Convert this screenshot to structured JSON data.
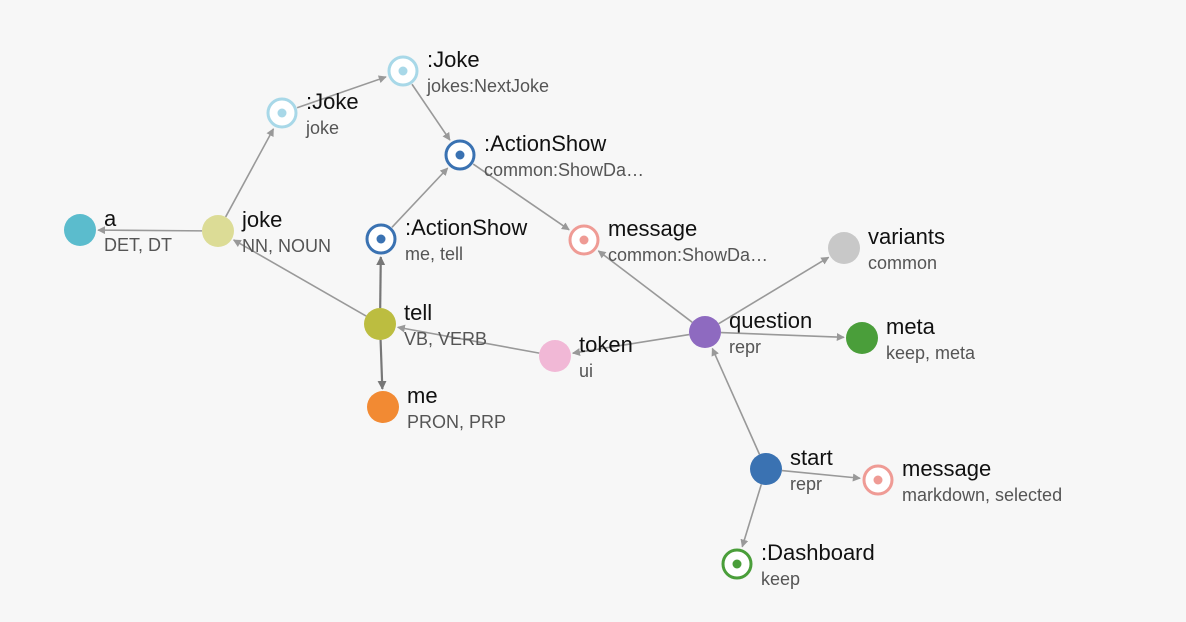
{
  "graph": {
    "nodes": [
      {
        "id": "a",
        "label": "a",
        "sub": "DET, DT",
        "style": "solid",
        "color": "#5bbccd"
      },
      {
        "id": "joke",
        "label": "joke",
        "sub": "NN, NOUN",
        "style": "solid",
        "color": "#dcdc96"
      },
      {
        "id": "joke_ref",
        "label": ":Joke",
        "sub": "joke",
        "style": "ring",
        "color": "#a8d8e8"
      },
      {
        "id": "next_joke",
        "label": ":Joke",
        "sub": "jokes:NextJoke",
        "style": "ring",
        "color": "#a8d8e8"
      },
      {
        "id": "action_show1",
        "label": ":ActionShow",
        "sub": "common:ShowDa…",
        "style": "ring",
        "color": "#3a72b2"
      },
      {
        "id": "action_show2",
        "label": ":ActionShow",
        "sub": "me, tell",
        "style": "ring",
        "color": "#3a72b2"
      },
      {
        "id": "message1",
        "label": "message",
        "sub": "common:ShowDa…",
        "style": "ring",
        "color": "#ef9b95"
      },
      {
        "id": "tell",
        "label": "tell",
        "sub": "VB, VERB",
        "style": "solid",
        "color": "#bcbd40"
      },
      {
        "id": "me",
        "label": "me",
        "sub": "PRON, PRP",
        "style": "solid",
        "color": "#f28a33"
      },
      {
        "id": "token",
        "label": "token",
        "sub": "ui",
        "style": "solid",
        "color": "#f1b8d6"
      },
      {
        "id": "question",
        "label": "question",
        "sub": "repr",
        "style": "solid",
        "color": "#8e6ac0"
      },
      {
        "id": "variants",
        "label": "variants",
        "sub": "common",
        "style": "solid",
        "color": "#c8c8c8"
      },
      {
        "id": "meta",
        "label": "meta",
        "sub": "keep, meta",
        "style": "solid",
        "color": "#4a9e3a"
      },
      {
        "id": "start",
        "label": "start",
        "sub": "repr",
        "style": "solid",
        "color": "#3a72b2"
      },
      {
        "id": "message2",
        "label": "message",
        "sub": "markdown, selected",
        "style": "ring",
        "color": "#ef9b95"
      },
      {
        "id": "dashboard",
        "label": ":Dashboard",
        "sub": "keep",
        "style": "ring",
        "color": "#4a9e3a"
      }
    ],
    "edges": [
      {
        "from": "joke",
        "to": "a"
      },
      {
        "from": "joke",
        "to": "joke_ref"
      },
      {
        "from": "joke_ref",
        "to": "next_joke"
      },
      {
        "from": "next_joke",
        "to": "action_show1"
      },
      {
        "from": "action_show2",
        "to": "action_show1"
      },
      {
        "from": "action_show1",
        "to": "message1"
      },
      {
        "from": "tell",
        "to": "joke"
      },
      {
        "from": "tell",
        "to": "action_show2",
        "strong": true
      },
      {
        "from": "tell",
        "to": "me",
        "strong": true
      },
      {
        "from": "token",
        "to": "tell"
      },
      {
        "from": "question",
        "to": "token"
      },
      {
        "from": "question",
        "to": "message1"
      },
      {
        "from": "question",
        "to": "variants"
      },
      {
        "from": "question",
        "to": "meta"
      },
      {
        "from": "start",
        "to": "question"
      },
      {
        "from": "start",
        "to": "message2"
      },
      {
        "from": "start",
        "to": "dashboard"
      }
    ]
  }
}
